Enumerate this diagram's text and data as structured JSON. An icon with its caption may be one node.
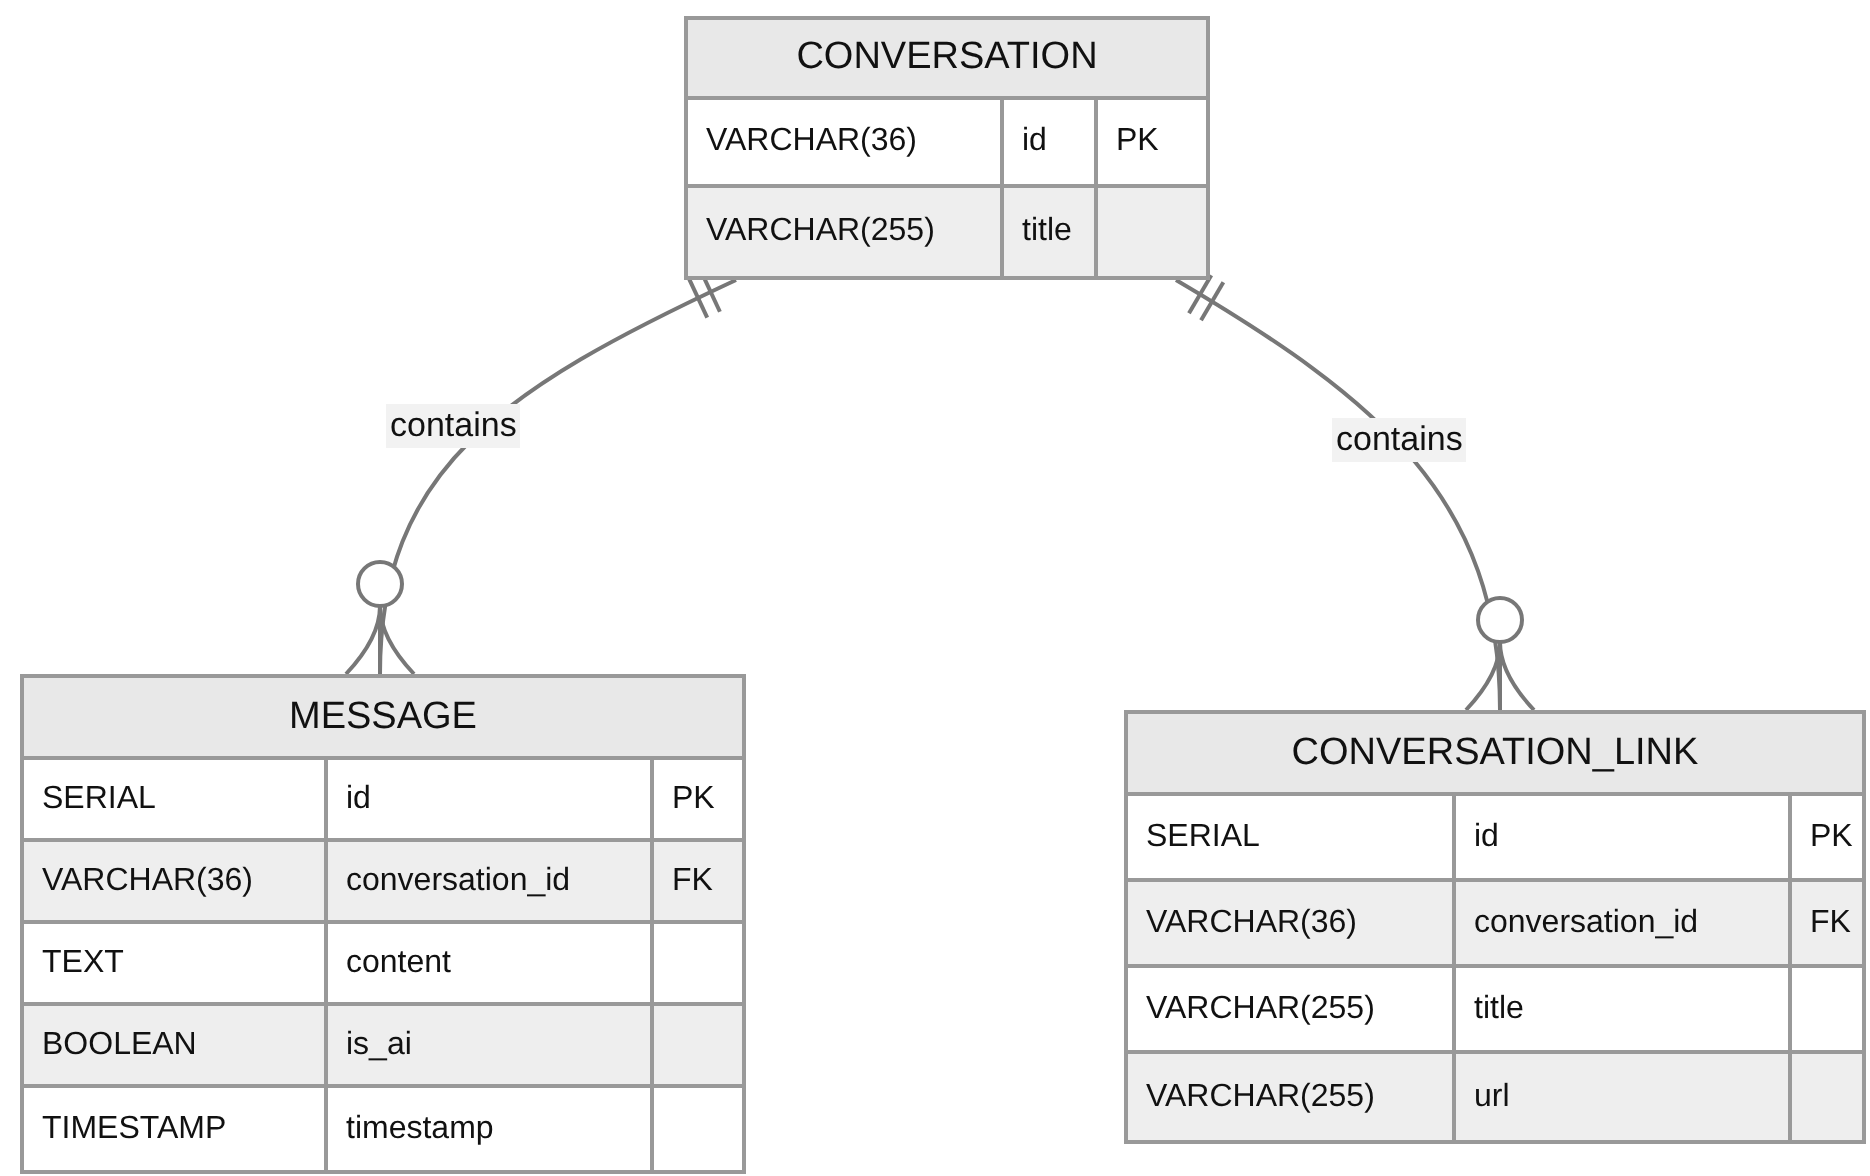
{
  "diagram": {
    "nodes": [
      {
        "text": [
          "CONVERSATION",
          "VARCHAR(36)",
          "id",
          "PK",
          "VARCHAR(255)",
          "title"
        ]
      },
      {
        "text": [
          "MESSAGE",
          "SERIAL",
          "id",
          "PK",
          "VARCHAR(36)",
          "conversation_id",
          "FK",
          "TEXT",
          "content",
          "BOOLEAN",
          "is_ai",
          "TIMESTAMP",
          "timestamp"
        ]
      },
      {
        "text": [
          "CONVERSATION_LINK",
          "SERIAL",
          "id",
          "PK",
          "VARCHAR(36)",
          "conversation_id",
          "FK",
          "VARCHAR(255)",
          "title",
          "VARCHAR(255)",
          "url"
        ]
      }
    ],
    "edges": [
      {
        "from": 0,
        "to": 1,
        "arrow": "other",
        "label": "contains"
      },
      {
        "from": 0,
        "to": 2,
        "arrow": "other",
        "label": "contains"
      }
    ]
  }
}
